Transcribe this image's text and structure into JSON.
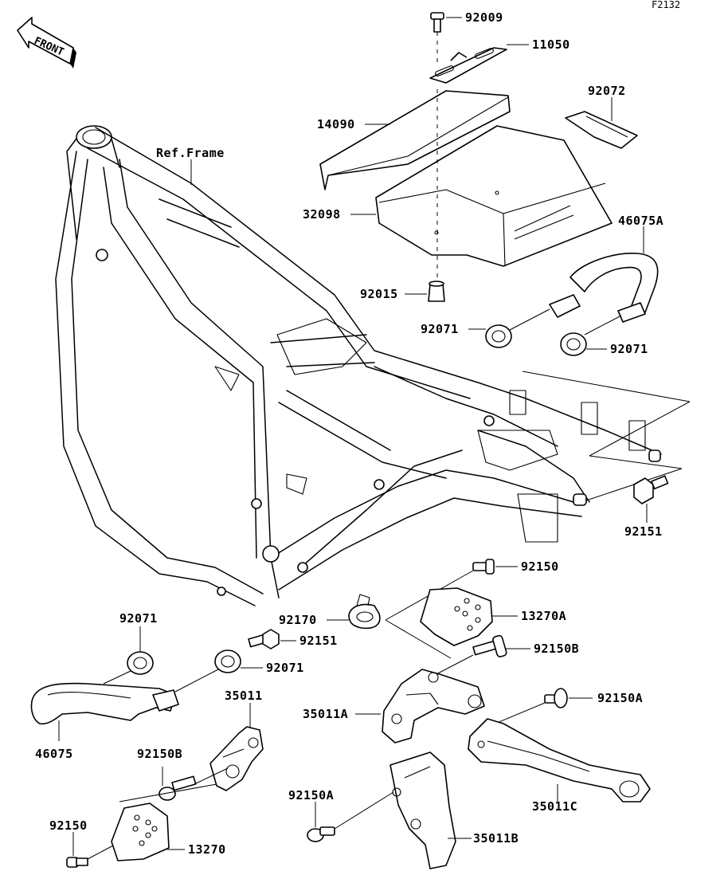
{
  "figure_code": "F2132",
  "front_arrow_label": "FRONT",
  "ref_frame_label": "Ref.Frame",
  "parts": {
    "p92009": "92009",
    "p11050": "11050",
    "p92072": "92072",
    "p14090": "14090",
    "p32098": "32098",
    "p46075A": "46075A",
    "p92015": "92015",
    "p92071_a": "92071",
    "p92071_b": "92071",
    "p92151_a": "92151",
    "p92150_a": "92150",
    "p13270A": "13270A",
    "p92170": "92170",
    "p92150B_a": "92150B",
    "p92071_c": "92071",
    "p92151_b": "92151",
    "p92071_d": "92071",
    "p35011": "35011",
    "p35011A": "35011A",
    "p92150A_a": "92150A",
    "p46075": "46075",
    "p92150B_b": "92150B",
    "p92150A_b": "92150A",
    "p35011C": "35011C",
    "p92150_b": "92150",
    "p13270": "13270",
    "p35011B": "35011B"
  }
}
